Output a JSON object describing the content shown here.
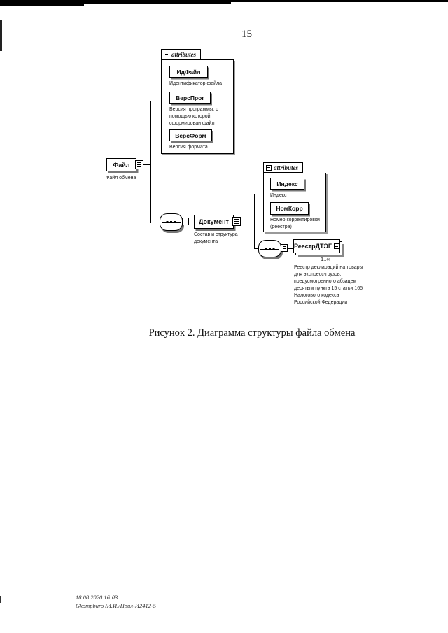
{
  "page": {
    "number": "15"
  },
  "figure_caption": "Рисунок 2. Диаграмма структуры файла обмена",
  "footer": {
    "line1": "18.08.2020 16:03",
    "line2": "Ǥkompburo /И.И./Прил-И2412-5"
  },
  "diagram": {
    "file_attrs": {
      "header": "attributes",
      "items": [
        {
          "name": "ИдФайл",
          "desc": "Идентификатор файла"
        },
        {
          "name": "ВерсПрог",
          "desc": "Версия программы, с помощью которой сформирован файл"
        },
        {
          "name": "ВерсФорм",
          "desc": "Версия формата"
        }
      ]
    },
    "file_element": {
      "name": "Файл",
      "desc": "Файл обмена"
    },
    "document_element": {
      "name": "Документ",
      "desc": "Состав и структура документа"
    },
    "document_attrs": {
      "header": "attributes",
      "items": [
        {
          "name": "Индекс",
          "desc": "Индекс"
        },
        {
          "name": "НомКорр",
          "desc": "Номер корректировки (реестра)"
        }
      ]
    },
    "registry_element": {
      "name": "РеестрДТЭГ",
      "cardinality": "1..∞",
      "desc": "Реестр деклараций на товары для экспресс-грузов, предусмотренного абзацем десятым пункта 15 статьи 165 Налогового кодекса Российской Федерации"
    }
  }
}
